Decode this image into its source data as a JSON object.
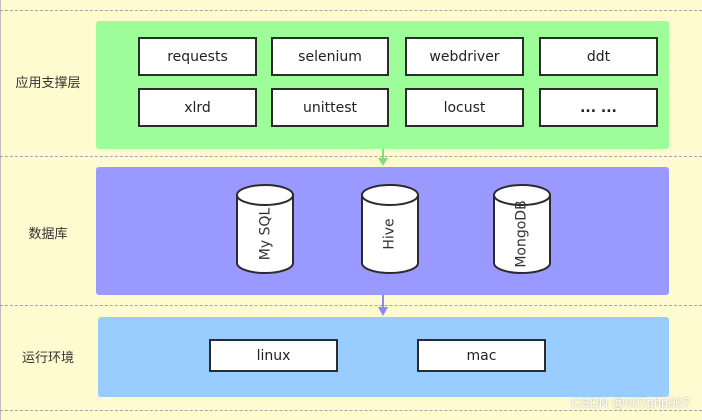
{
  "layers": {
    "support": {
      "label": "应用支撑层",
      "items": [
        "requests",
        "selenium",
        "webdriver",
        "ddt",
        "xlrd",
        "unittest",
        "locust",
        "... ..."
      ]
    },
    "database": {
      "label": "数据库",
      "items": [
        "My SQL",
        "Hive",
        "MongoDB"
      ]
    },
    "runtime": {
      "label": "运行环境",
      "items": [
        "linux",
        "mac"
      ]
    }
  },
  "watermark": "CSDN @007php007",
  "colors": {
    "background": "#fdfbcf",
    "support_panel": "#9dfd98",
    "database_panel": "#9a99ff",
    "runtime_panel": "#99ccff",
    "arrow_green": "#7fe07a",
    "arrow_purple": "#8a89f5"
  }
}
